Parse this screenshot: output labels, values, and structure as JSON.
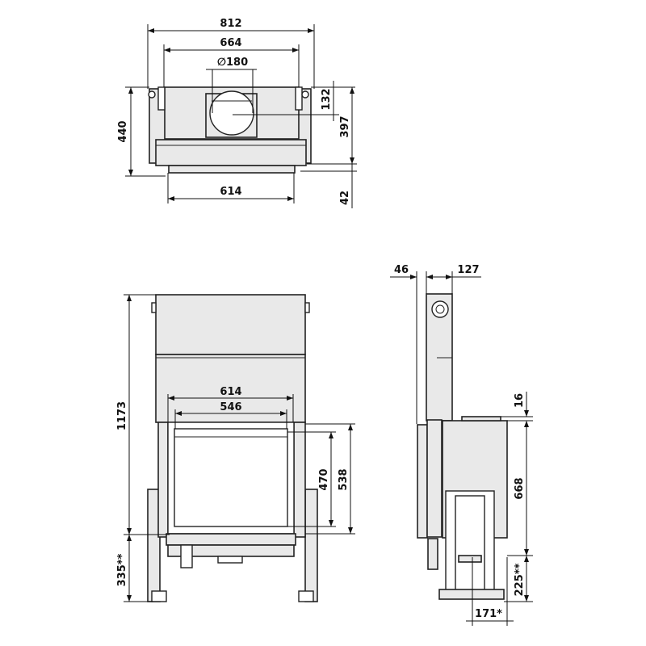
{
  "colors": {
    "fill": "#e9e9e9",
    "line": "#222222"
  },
  "top_view": {
    "dims": {
      "overall_width": "812",
      "inner_width": "664",
      "flue_diameter": "∅180",
      "front_width": "614",
      "depth": "440",
      "flue_offset": "132",
      "body_depth": "397",
      "front_offset": "42"
    }
  },
  "front_view": {
    "dims": {
      "height": "1173",
      "frame_width": "614",
      "glass_width": "546",
      "glass_height": "470",
      "door_height": "538",
      "leg_height": "335**"
    }
  },
  "side_view": {
    "dims": {
      "front_offset": "46",
      "flue_depth": "127",
      "top_offset": "16",
      "body_height": "668",
      "leg_height": "225**",
      "leg_depth": "171*"
    }
  }
}
